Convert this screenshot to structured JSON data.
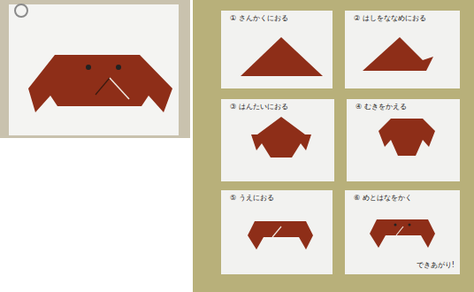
{
  "diagram": {
    "nodes": [
      {
        "text": [
          "① さんかくにおる"
        ]
      },
      {
        "text": [
          "② はしをななめにおる"
        ]
      },
      {
        "text": [
          "③ はんたいにおる"
        ]
      },
      {
        "text": [
          "④ むきをかえる"
        ]
      },
      {
        "text": [
          "⑤ うえにおる"
        ]
      },
      {
        "text": [
          "⑥ めとはなをかく",
          "できあがり!"
        ]
      }
    ]
  }
}
